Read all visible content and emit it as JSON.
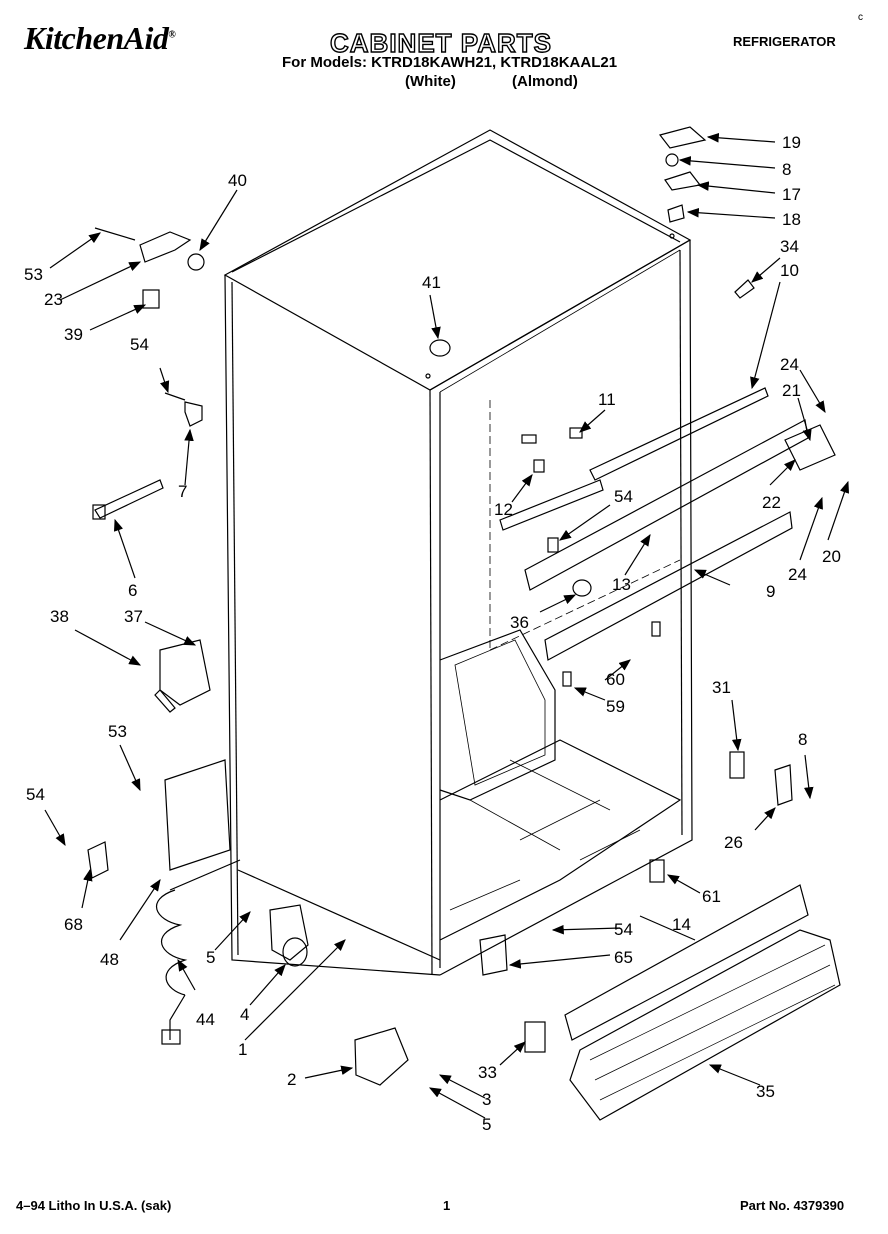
{
  "header": {
    "brand": "KitchenAid",
    "brand_mark": "®",
    "title": "CABINET PARTS",
    "models_line": "For Models: KTRD18KAWH21, KTRD18KAAL21",
    "white_label": "(White)",
    "almond_label": "(Almond)",
    "appliance": "REFRIGERATOR",
    "corner_mark": "c"
  },
  "footer": {
    "litho": "4–94 Litho In U.S.A. (sak)",
    "page": "1",
    "part_no": "Part No. 4379390"
  },
  "callouts": {
    "c1": "1",
    "c2": "2",
    "c3": "3",
    "c4": "4",
    "c5a": "5",
    "c5b": "5",
    "c6": "6",
    "c7": "7",
    "c8a": "8",
    "c8b": "8",
    "c9": "9",
    "c10": "10",
    "c11": "11",
    "c12": "12",
    "c13": "13",
    "c14": "14",
    "c17": "17",
    "c18": "18",
    "c19": "19",
    "c20": "20",
    "c21": "21",
    "c22": "22",
    "c23": "23",
    "c24a": "24",
    "c24b": "24",
    "c26": "26",
    "c31": "31",
    "c33": "33",
    "c34": "34",
    "c35": "35",
    "c36": "36",
    "c37": "37",
    "c38": "38",
    "c39": "39",
    "c40": "40",
    "c41": "41",
    "c44": "44",
    "c48": "48",
    "c53a": "53",
    "c53b": "53",
    "c54a": "54",
    "c54b": "54",
    "c54c": "54",
    "c54d": "54",
    "c59": "59",
    "c60": "60",
    "c61": "61",
    "c65": "65",
    "c68": "68"
  }
}
